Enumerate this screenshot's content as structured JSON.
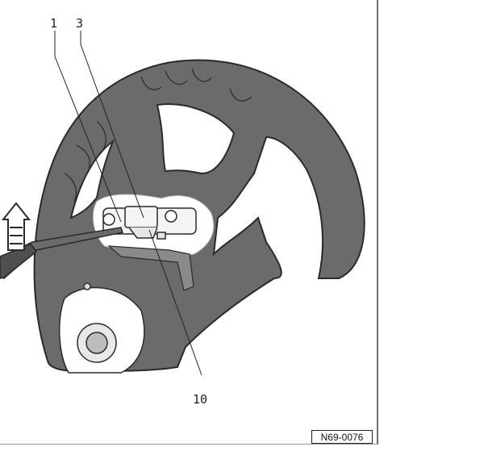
{
  "callouts": {
    "c1": "1",
    "c3": "3",
    "c10": "10"
  },
  "figure_ref": "N69-0076",
  "colors": {
    "wheel": "#6b6b6b",
    "wheel_dark": "#555555",
    "outline": "#2a2a2a",
    "highlight": "#ffffff",
    "background": "#ffffff"
  },
  "icons": {
    "arrow": "up-arrow-icon",
    "tool": "screwdriver-icon"
  }
}
